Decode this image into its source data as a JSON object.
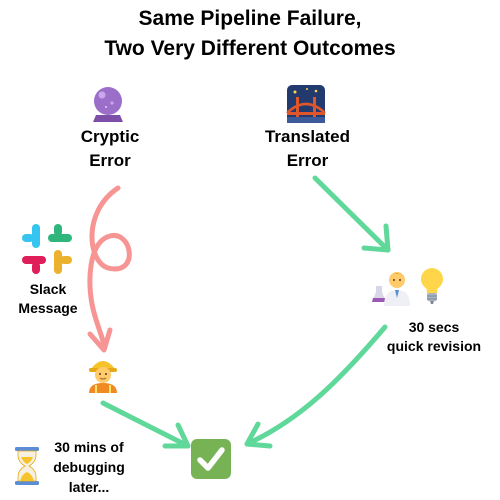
{
  "title": {
    "line1": "Same Pipeline Failure,",
    "line2": "Two Very Different Outcomes"
  },
  "left_branch": {
    "icon": "crystal-ball-icon",
    "label_line1": "Cryptic",
    "label_line2": "Error",
    "slack_icon": "slack-logo-icon",
    "slack_label_line1": "Slack",
    "slack_label_line2": "Message",
    "worker_icon": "construction-worker-icon",
    "hourglass_icon": "hourglass-icon",
    "time_line1": "30 mins of",
    "time_line2": "debugging",
    "time_line3": "later...",
    "arrow_color": "#f79494"
  },
  "right_branch": {
    "icon": "bridge-at-night-icon",
    "label_line1": "Translated",
    "label_line2": "Error",
    "scientist_icon": "scientist-icon",
    "bulb_icon": "light-bulb-icon",
    "time_line1": "30 secs",
    "time_line2": "quick revision",
    "arrow_color": "#5fd89a"
  },
  "outcome": {
    "icon": "check-mark-icon",
    "color": "#77b255"
  }
}
